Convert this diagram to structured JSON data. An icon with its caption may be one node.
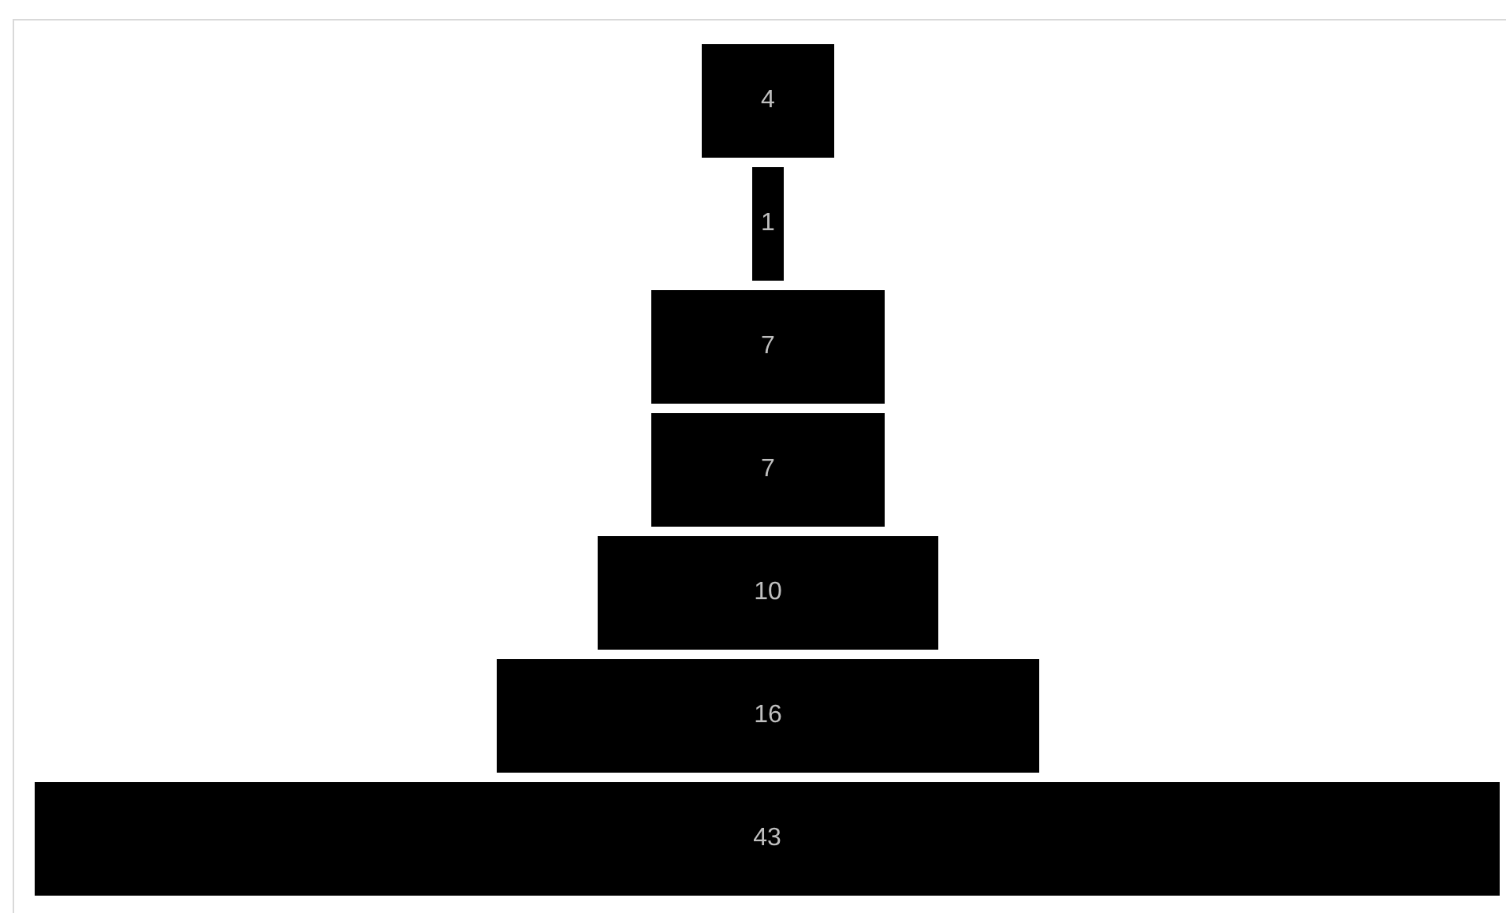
{
  "diagram": {
    "nodes": [
      {
        "text": [
          "4"
        ]
      },
      {
        "text": [
          "1"
        ]
      },
      {
        "text": [
          "7"
        ]
      },
      {
        "text": [
          "7"
        ]
      },
      {
        "text": [
          "10"
        ]
      },
      {
        "text": [
          "16"
        ]
      },
      {
        "text": [
          "43"
        ]
      }
    ]
  }
}
